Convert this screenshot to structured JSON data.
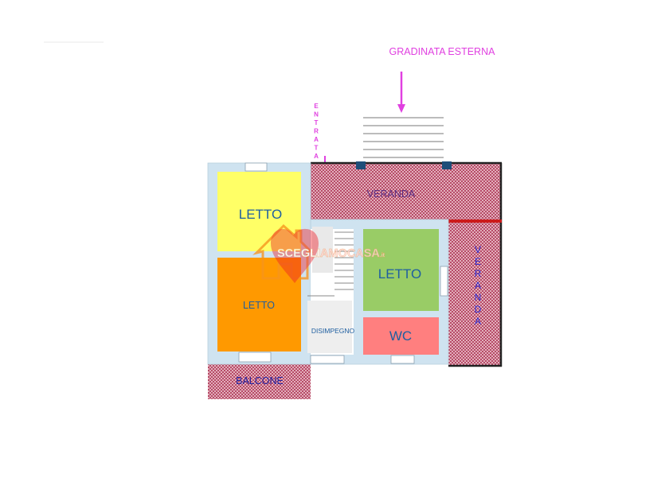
{
  "labels": {
    "gradinata": "GRADINATA ESTERNA",
    "entrata": "ENTRATA",
    "veranda_top": "VERANDA",
    "veranda_side": "VERANDA",
    "letto_1": "LETTO",
    "letto_2": "LETTO",
    "letto_3": "LETTO",
    "disimpegno": "DISIMPEGNO",
    "wc": "WC",
    "balcone": "BALCONE"
  },
  "watermark": {
    "brand_a": "SCEGLI",
    "brand_b": "AMOCASA",
    "brand_suffix": ".it"
  },
  "colors": {
    "wall": "#cfe3f0",
    "letto_yellow": "#ffff66",
    "letto_orange": "#ff9900",
    "letto_green": "#99cc66",
    "wc_pink": "#ff7f7f",
    "veranda_hatch": "#c0506b",
    "magenta": "#e040e0",
    "label_blue": "#1f5fa0",
    "label_purple": "#5a2d82",
    "stairs": "#7a7a7a",
    "red_bar": "#cc1a1a",
    "window": "#1f4e79",
    "watermark_orange": "#f7941d",
    "watermark_red": "#ed1c24"
  }
}
